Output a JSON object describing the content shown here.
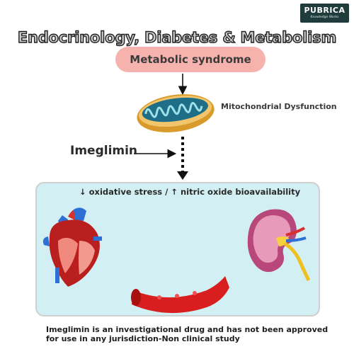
{
  "logo": {
    "brand": "PUBRICA",
    "tagline": "Knowledge Works"
  },
  "title": "Endocrinology, Diabetes & Metabolism",
  "top_box": "Metabolic syndrome",
  "mitochondria_label": "Mitochondrial Dysfunction",
  "drug_label": "Imeglimin",
  "effects_label": "↓ oxidative stress / ↑ nitric oxide bioavailability",
  "footnote": "Imeglimin is an investigational drug and has not been approved for use in any jurisdiction-Non clinical study",
  "illustrations": [
    "heart-icon",
    "blood-vessel-icon",
    "kidney-icon",
    "mitochondrion-icon"
  ],
  "colors": {
    "pill": "#f6b3ae",
    "panel": "#d2f0f3",
    "logo_bg": "#1f3b3c",
    "vessel": "#d81e1e",
    "mitochondrion": "#d89a2a"
  }
}
